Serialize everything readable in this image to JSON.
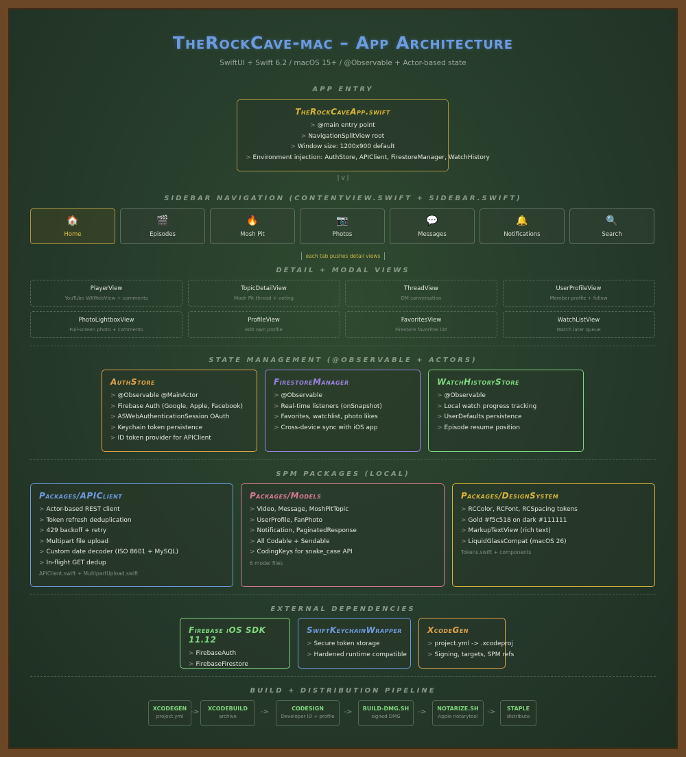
{
  "title": "TheRockCave-mac – App Architecture",
  "subtitle": "SwiftUI + Swift 6.2 / macOS 15+ / @Observable + Actor-based state",
  "sections": {
    "entry": "App Entry",
    "sidebar": "Sidebar Navigation (ContentView.swift + Sidebar.swift)",
    "detail": "Detail + Modal Views",
    "state": "State Management (@Observable + Actors)",
    "spm": "SPM Packages (Local)",
    "external": "External Dependencies",
    "build": "Build + Distribution Pipeline"
  },
  "bullet": ">",
  "entry": {
    "title": "TheRockCaveApp.swift",
    "items": [
      "@main entry point",
      "NavigationSplitView root",
      "Window size: 1200x900 default",
      "Environment injection: AuthStore, APIClient, FirestoreManager, WatchHistory"
    ],
    "connector": "| v |",
    "color": "#d9b53a"
  },
  "tabs": [
    {
      "icon": "house-icon",
      "glyph": "🏠",
      "label": "Home",
      "active": true
    },
    {
      "icon": "clapper-icon",
      "glyph": "🎬",
      "label": "Episodes"
    },
    {
      "icon": "fire-icon",
      "glyph": "🔥",
      "label": "Mosh Pit"
    },
    {
      "icon": "camera-icon",
      "glyph": "📷",
      "label": "Photos"
    },
    {
      "icon": "speech-bubble-icon",
      "glyph": "💬",
      "label": "Messages"
    },
    {
      "icon": "bell-icon",
      "glyph": "🔔",
      "label": "Notifications"
    },
    {
      "icon": "magnifier-icon",
      "glyph": "🔍",
      "label": "Search"
    }
  ],
  "tabs_note": "each tab pushes detail views",
  "details": [
    {
      "name": "PlayerView",
      "desc": "YouTube WKWebView + comments"
    },
    {
      "name": "TopicDetailView",
      "desc": "Mosh Pit thread + voting"
    },
    {
      "name": "ThreadView",
      "desc": "DM conversation"
    },
    {
      "name": "UserProfileView",
      "desc": "Member profile + follow"
    },
    {
      "name": "PhotoLightboxView",
      "desc": "Full-screen photo + comments"
    },
    {
      "name": "ProfileView",
      "desc": "Edit own profile"
    },
    {
      "name": "FavoritesView",
      "desc": "Firestore favorites list"
    },
    {
      "name": "WatchListView",
      "desc": "Watch later queue"
    }
  ],
  "state": [
    {
      "title": "AuthStore",
      "color": "#e0a24a",
      "items": [
        "@Observable @MainActor",
        "Firebase Auth (Google, Apple, Facebook)",
        "ASWebAuthenticationSession OAuth",
        "Keychain token persistence",
        "ID token provider for APIClient"
      ]
    },
    {
      "title": "FirestoreManager",
      "color": "#9b82e0",
      "items": [
        "@Observable",
        "Real-time listeners (onSnapshot)",
        "Favorites, watchlist, photo likes",
        "Cross-device sync with iOS app"
      ]
    },
    {
      "title": "WatchHistoryStore",
      "color": "#7fd87f",
      "items": [
        "@Observable",
        "Local watch progress tracking",
        "UserDefaults persistence",
        "Episode resume position"
      ]
    }
  ],
  "spm": [
    {
      "title": "Packages/APIClient",
      "color": "#6d9be0",
      "items": [
        "Actor-based REST client",
        "Token refresh deduplication",
        "429 backoff + retry",
        "Multipart file upload",
        "Custom date decoder (ISO 8601 + MySQL)",
        "In-flight GET dedup"
      ],
      "note": "APIClient.swift + MultipartUpload.swift"
    },
    {
      "title": "Packages/Models",
      "color": "#d97a8e",
      "items": [
        "Video, Message, MoshPitTopic",
        "UserProfile, FanPhoto",
        "Notification, PaginatedResponse",
        "All Codable + Sendable",
        "CodingKeys for snake_case API"
      ],
      "note": "6 model files"
    },
    {
      "title": "Packages/DesignSystem",
      "color": "#d9b53a",
      "items": [
        "RCColor, RCFont, RCSpacing tokens",
        "Gold #f5c518 on dark #111111",
        "MarkupTextView (rich text)",
        "LiquidGlassCompat (macOS 26)"
      ],
      "note": "Tokens.swift + components"
    }
  ],
  "external": [
    {
      "title": "Firebase iOS SDK 11.12",
      "color": "#7fd87f",
      "items": [
        "FirebaseAuth",
        "FirebaseFirestore"
      ]
    },
    {
      "title": "SwiftKeychainWrapper",
      "color": "#6d9be0",
      "items": [
        "Secure token storage",
        "Hardened runtime compatible"
      ]
    },
    {
      "title": "XcodeGen",
      "color": "#e0a24a",
      "items": [
        "project.yml -> .xcodeproj",
        "Signing, targets, SPM refs"
      ]
    }
  ],
  "pipeline": {
    "arrow": "->",
    "steps": [
      {
        "name": "xcodegen",
        "desc": "project.yml"
      },
      {
        "name": "xcodebuild",
        "desc": "archive"
      },
      {
        "name": "codesign",
        "desc": "Developer ID + profile"
      },
      {
        "name": "build-dmg.sh",
        "desc": "signed DMG"
      },
      {
        "name": "notarize.sh",
        "desc": "Apple notarytool"
      },
      {
        "name": "staple",
        "desc": "distribute"
      }
    ]
  }
}
